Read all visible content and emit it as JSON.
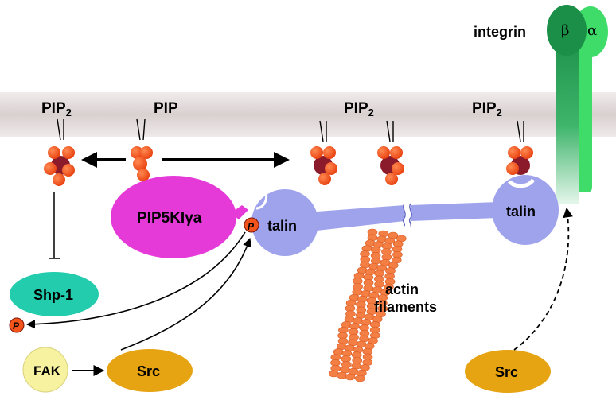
{
  "labels": {
    "integrin": "integrin",
    "beta": "β",
    "alpha": "α",
    "pip2_base": "PIP",
    "pip2_sub": "2",
    "pip": "PIP",
    "pip5k": "PIP5KIγa",
    "talin": "talin",
    "phospho": "P",
    "shp1": "Shp-1",
    "fak": "FAK",
    "src": "Src",
    "actin_line1": "actin",
    "actin_line2": "filaments"
  },
  "colors": {
    "membrane": "#e3dcdc",
    "lipid_head": "#f2541b",
    "lipid_head_dark": "#8b1a2b",
    "pip5k": "#e63ad8",
    "talin": "#9fa3ec",
    "shp1": "#22ccad",
    "fak": "#f7f2a0",
    "src": "#e6a312",
    "actin": "#f47f45",
    "integrin_beta": "#1f9a4e",
    "integrin_alpha": "#3fdc6a"
  }
}
